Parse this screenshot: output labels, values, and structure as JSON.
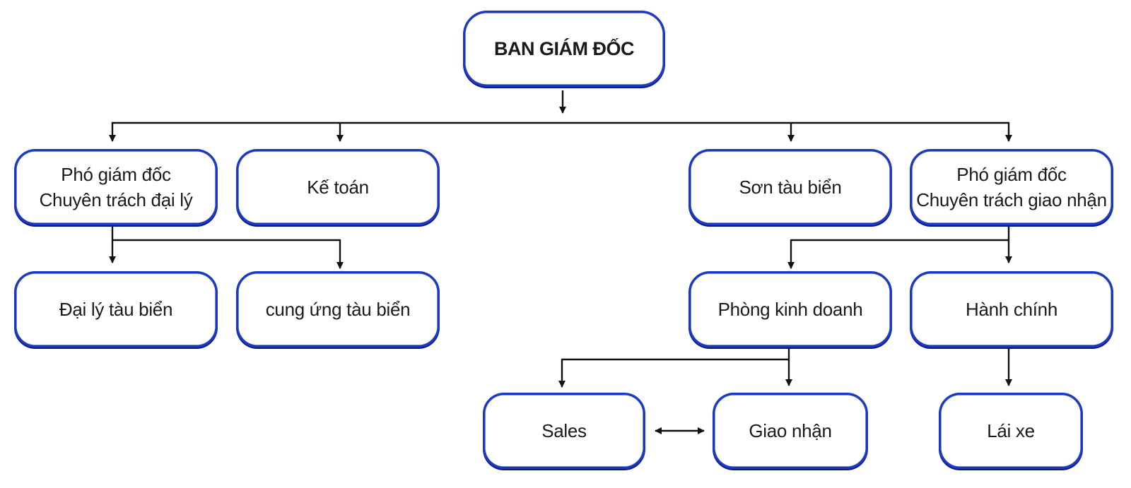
{
  "diagram": {
    "nodes": {
      "ban_giam_doc": "BAN GIÁM ĐỐC",
      "pgd_dai_ly": [
        "Phó giám đốc",
        "Chuyên trách đại lý"
      ],
      "ke_toan": "Kế toán",
      "son_tau_bien": "Sơn tàu biển",
      "pgd_giao_nhan": [
        "Phó giám đốc",
        "Chuyên trách giao nhận"
      ],
      "dai_ly_tau_bien": "Đại lý tàu biển",
      "cung_ung_tau_bien": "cung ứng tàu biển",
      "phong_kinh_doanh": "Phòng kinh doanh",
      "hanh_chinh": "Hành chính",
      "sales": "Sales",
      "giao_nhan": "Giao nhận",
      "lai_xe": "Lái xe"
    },
    "edges": [
      {
        "from": "ban_giam_doc",
        "to": "pgd_dai_ly"
      },
      {
        "from": "ban_giam_doc",
        "to": "ke_toan"
      },
      {
        "from": "ban_giam_doc",
        "to": "son_tau_bien"
      },
      {
        "from": "ban_giam_doc",
        "to": "pgd_giao_nhan"
      },
      {
        "from": "pgd_dai_ly",
        "to": "dai_ly_tau_bien"
      },
      {
        "from": "pgd_dai_ly",
        "to": "cung_ung_tau_bien"
      },
      {
        "from": "pgd_giao_nhan",
        "to": "phong_kinh_doanh"
      },
      {
        "from": "pgd_giao_nhan",
        "to": "hanh_chinh"
      },
      {
        "from": "phong_kinh_doanh",
        "to": "sales"
      },
      {
        "from": "phong_kinh_doanh",
        "to": "giao_nhan"
      },
      {
        "from": "hanh_chinh",
        "to": "lai_xe"
      },
      {
        "from": "sales",
        "to": "giao_nhan",
        "bidirectional": true
      }
    ],
    "colors": {
      "box_border": "#1838c8",
      "box_border_dark": "#0c1a7a",
      "connector": "#111111",
      "text": "#1a1a1a"
    }
  }
}
